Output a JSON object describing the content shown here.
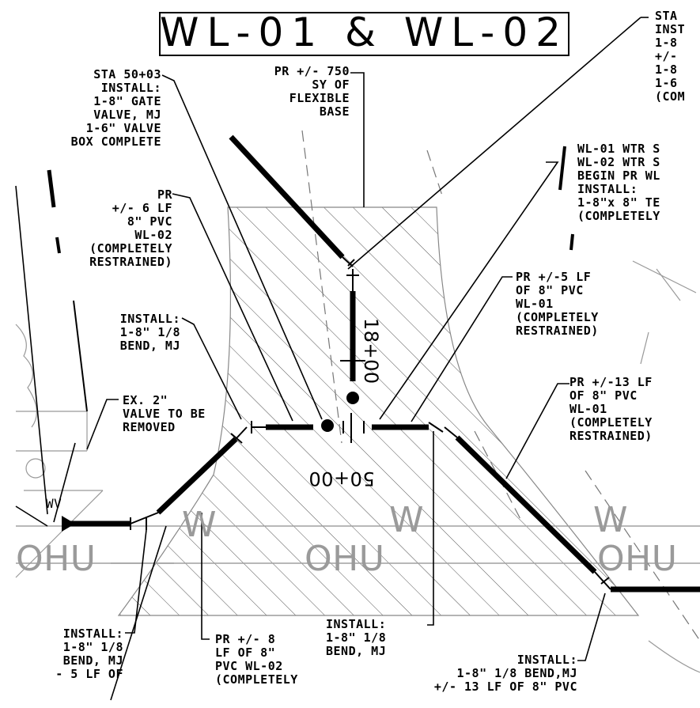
{
  "title": "WL-01 & WL-02",
  "station_labels": {
    "vertical": "18+00",
    "horizontal": "50+00"
  },
  "notes": {
    "sta_top_right": "STA\nINST\n1-8\n+/-\n1-8\n1-6\n(COM",
    "sta_50_03": "STA 50+03\nINSTALL:\n1-8\" GATE\nVALVE, MJ\n1-6\" VALVE\nBOX COMPLETE",
    "flexible_base": "PR +/- 750\nSY OF\nFLEXIBLE\nBASE",
    "pr_6lf": "PR\n+/- 6 LF\n8\" PVC\nWL-02\n(COMPLETELY\nRESTRAINED)",
    "wl_begin": "WL-01 WTR S\nWL-02 WTR S\nBEGIN PR WL\nINSTALL:\n1-8\"x 8\" TE\n(COMPLETELY",
    "pr_5lf": "PR +/-5 LF\nOF 8\" PVC\nWL-01\n(COMPLETELY\nRESTRAINED)",
    "install_bend_left": "INSTALL:\n1-8\" 1/8\nBEND, MJ",
    "ex_valve": "EX. 2\"\nVALVE TO BE\nREMOVED",
    "pr_13lf": "PR +/-13 LF\nOF 8\" PVC\nWL-01\n(COMPLETELY\nRESTRAINED)",
    "install_bottom_left": "INSTALL:\n1-8\" 1/8\nBEND, MJ\n- 5 LF OF",
    "pr_8lf": "PR +/- 8\nLF OF 8\"\nPVC WL-02\n(COMPLETELY",
    "install_bottom_center": "INSTALL:\n1-8\" 1/8\nBEND, MJ",
    "install_bottom_right": "INSTALL:\n1-8\" 1/8 BEND,MJ\n+/- 13 LF OF 8\" PVC"
  },
  "utility_labels": {
    "ohu": "OHU",
    "w": "W",
    "wv": "WV"
  }
}
